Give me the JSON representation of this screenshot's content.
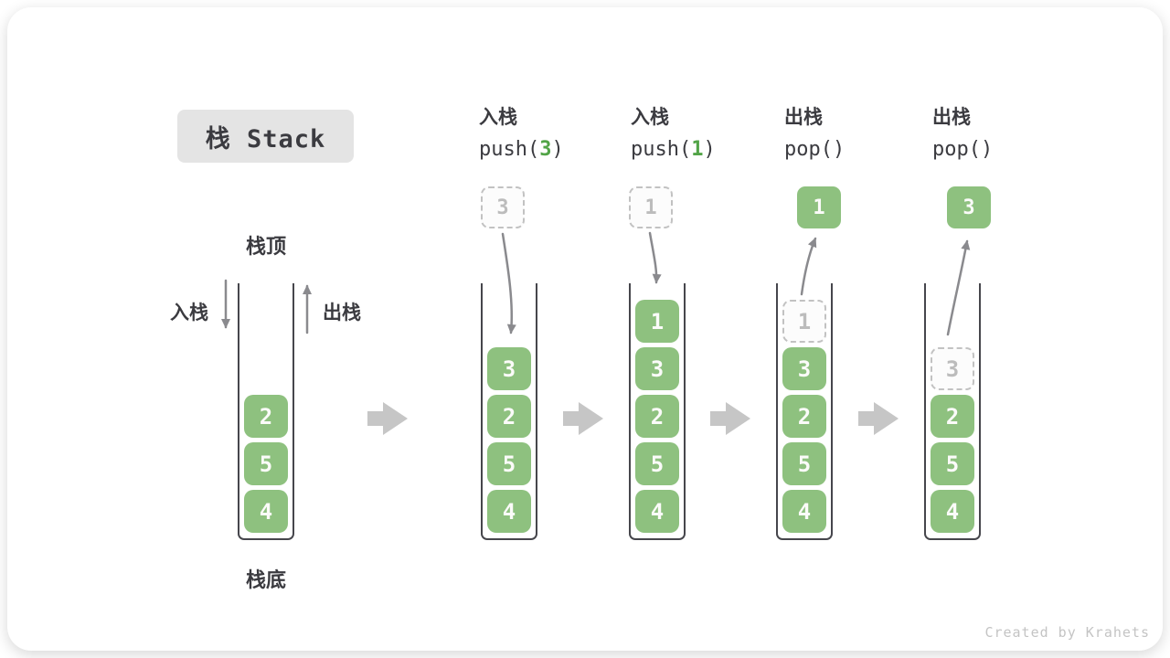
{
  "title": {
    "label": "栈 Stack"
  },
  "legend": {
    "stack_top": "栈顶",
    "stack_bottom": "栈底",
    "push_direction": "入栈",
    "pop_direction": "出栈"
  },
  "operations": [
    {
      "name": "入栈",
      "code_pre": "push(",
      "arg": "3",
      "code_post": ")"
    },
    {
      "name": "入栈",
      "code_pre": "push(",
      "arg": "1",
      "code_post": ")"
    },
    {
      "name": "出栈",
      "code_pre": "pop(",
      "arg": "",
      "code_post": ")"
    },
    {
      "name": "出栈",
      "code_pre": "pop(",
      "arg": "",
      "code_post": ")"
    }
  ],
  "floating_cells": [
    {
      "value": "3",
      "style": "ghost"
    },
    {
      "value": "1",
      "style": "ghost"
    },
    {
      "value": "1",
      "style": "solid"
    },
    {
      "value": "3",
      "style": "solid"
    }
  ],
  "stacks": [
    {
      "cells": [
        {
          "value": "2"
        },
        {
          "value": "5"
        },
        {
          "value": "4"
        }
      ]
    },
    {
      "cells": [
        {
          "value": "3"
        },
        {
          "value": "2"
        },
        {
          "value": "5"
        },
        {
          "value": "4"
        }
      ]
    },
    {
      "cells": [
        {
          "value": "1"
        },
        {
          "value": "3"
        },
        {
          "value": "2"
        },
        {
          "value": "5"
        },
        {
          "value": "4"
        }
      ]
    },
    {
      "cells": [
        {
          "value": "1",
          "ghost": true
        },
        {
          "value": "3"
        },
        {
          "value": "2"
        },
        {
          "value": "5"
        },
        {
          "value": "4"
        }
      ]
    },
    {
      "cells": [
        {
          "value": "3",
          "ghost": true
        },
        {
          "value": "2"
        },
        {
          "value": "5"
        },
        {
          "value": "4"
        }
      ]
    }
  ],
  "watermark": "Created by Krahets",
  "colors": {
    "cell_green": "#8ec17f",
    "code_accent_green": "#52a447",
    "title_badge_bg": "#e4e4e4",
    "ink": "#3b3b40",
    "ghost_border": "#c2c2c2",
    "thin_arrow": "#8a8a8e",
    "block_arrow": "#c6c6c6",
    "watermark_gray": "#c4c4c4"
  }
}
